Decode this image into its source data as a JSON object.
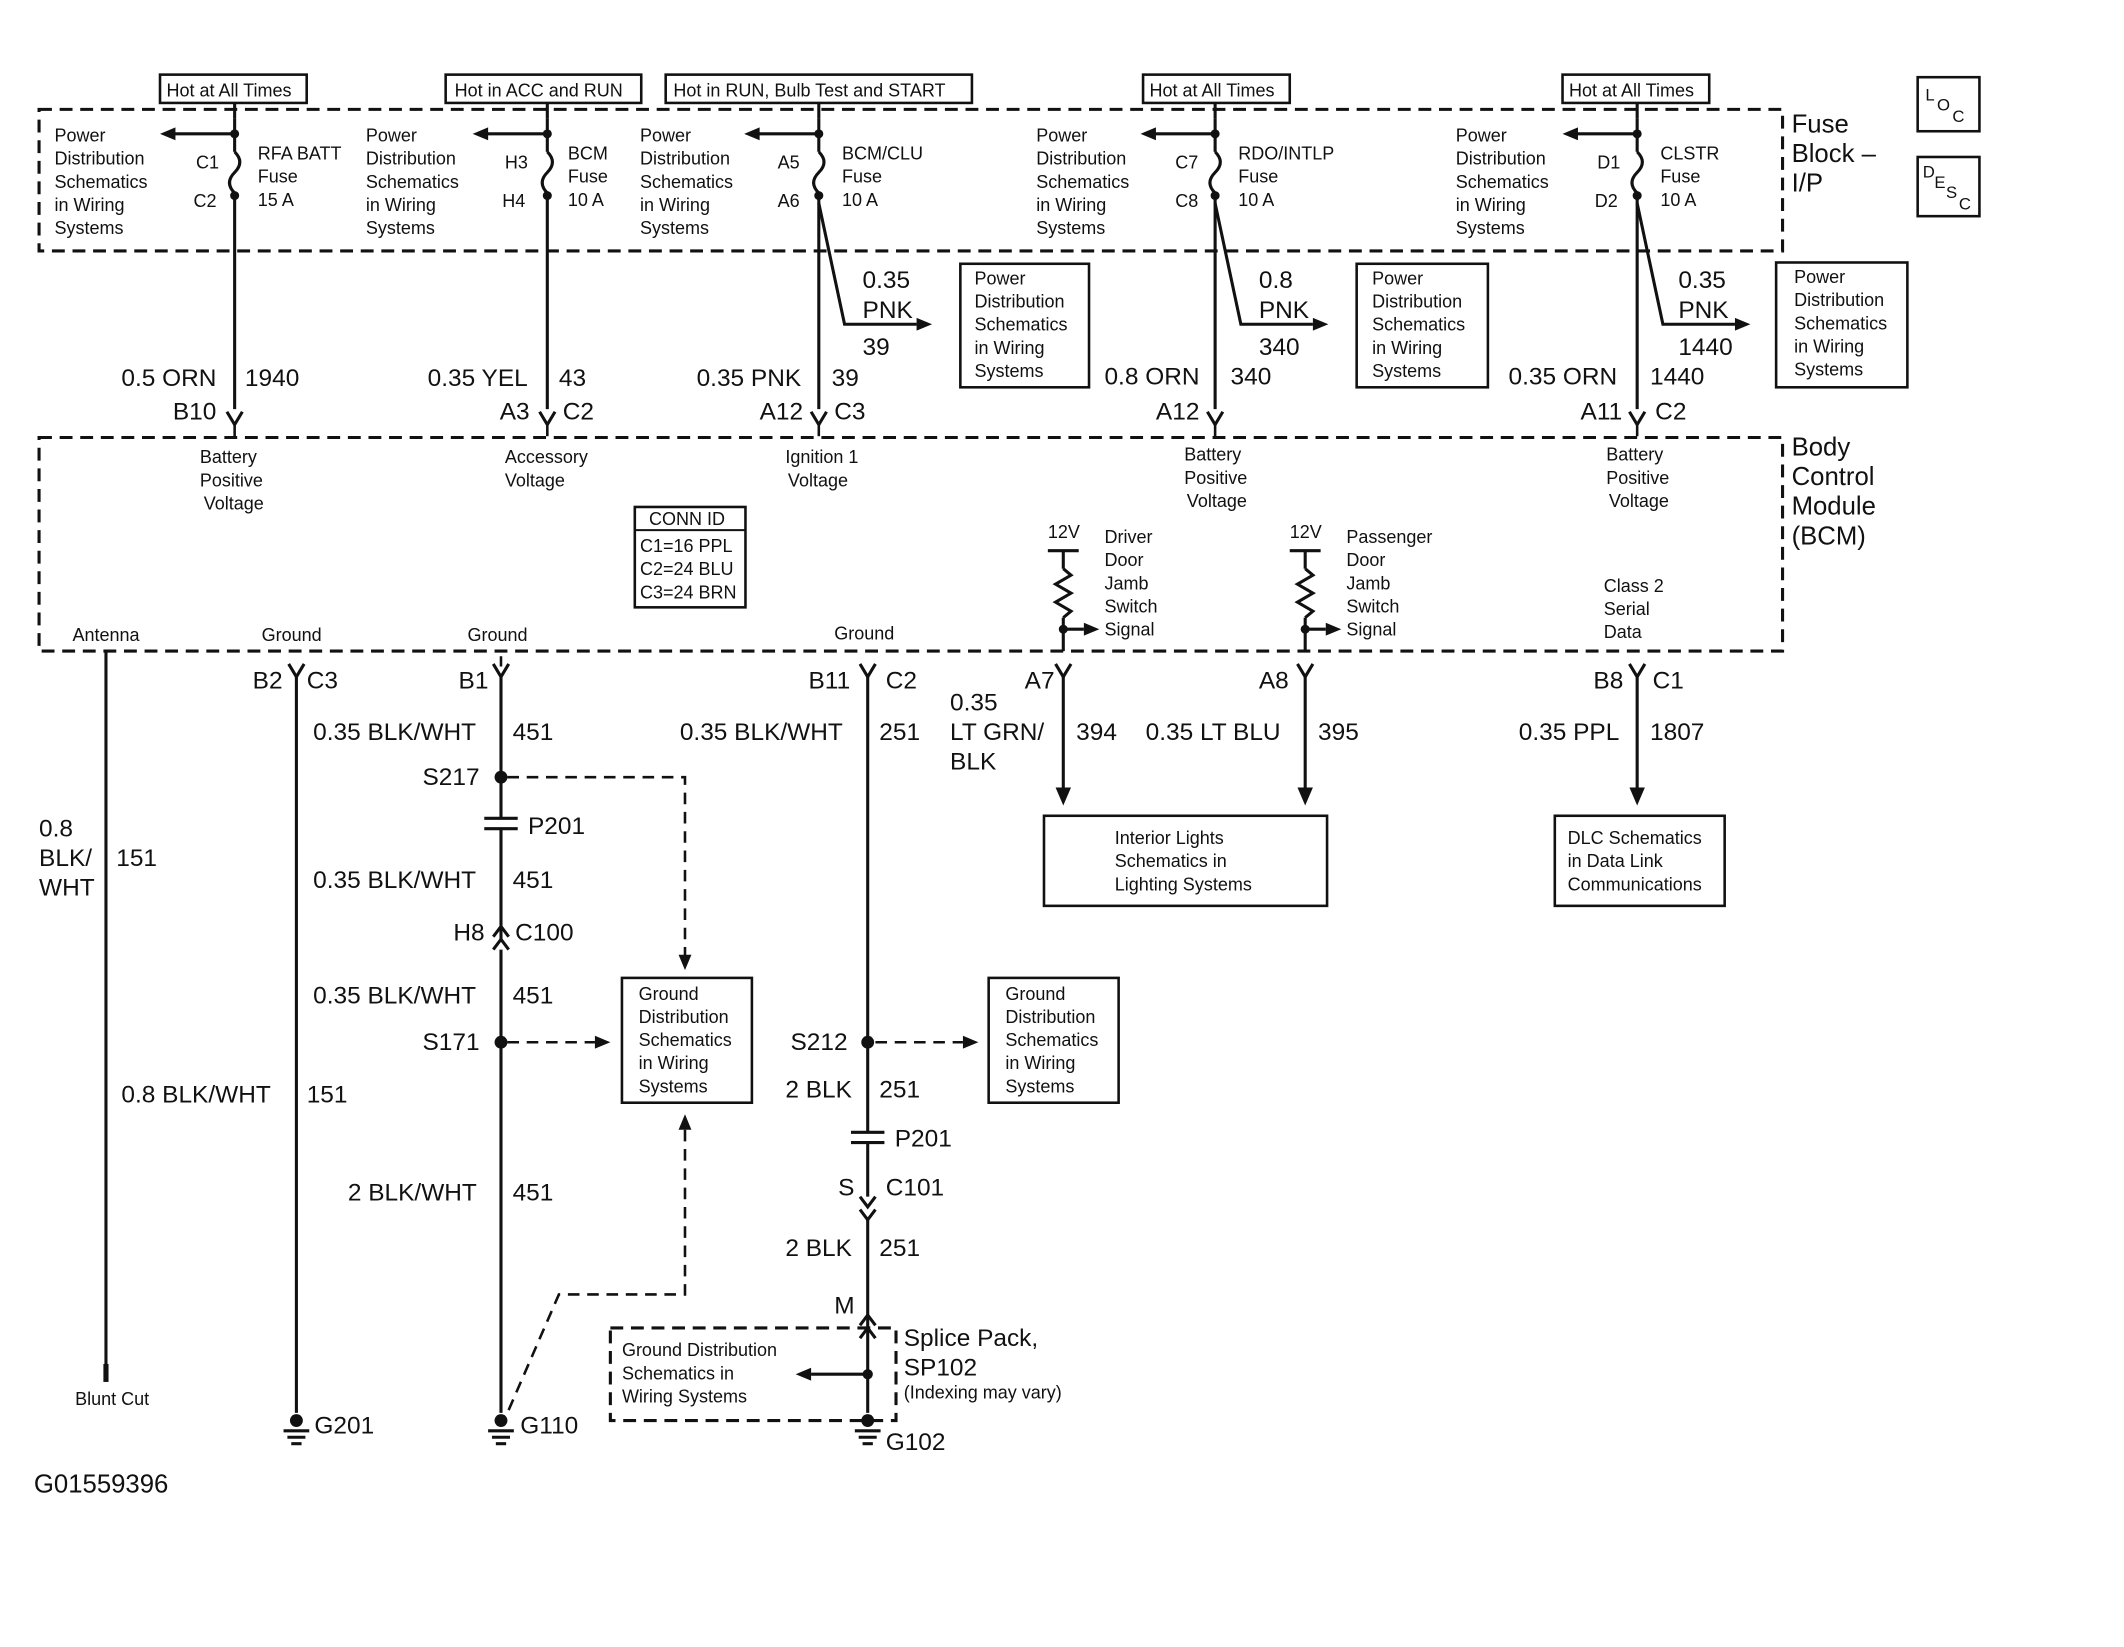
{
  "hot_labels": {
    "h1": "Hot at All Times",
    "h2": "Hot in ACC and RUN",
    "h3": "Hot in RUN, Bulb Test and START",
    "h4": "Hot at All Times",
    "h5": "Hot at All Times"
  },
  "fuse_block": {
    "title1": "Fuse",
    "title2": "Block –",
    "title3": "I/P"
  },
  "bcm": {
    "title1": "Body",
    "title2": "Control",
    "title3": "Module",
    "title4": "(BCM)"
  },
  "loc_icon": "LOC",
  "desc_icon": "DESC",
  "pd_lines": [
    "Power",
    "Distribution",
    "Schematics",
    "in Wiring",
    "Systems"
  ],
  "fuses": {
    "f1": {
      "name": "RFA BATT",
      "word": "Fuse",
      "amp": "15 A",
      "top": "C1",
      "bot": "C2"
    },
    "f2": {
      "name": "BCM",
      "word": "Fuse",
      "amp": "10 A",
      "top": "H3",
      "bot": "H4"
    },
    "f3": {
      "name": "BCM/CLU",
      "word": "Fuse",
      "amp": "10 A",
      "top": "A5",
      "bot": "A6"
    },
    "f4": {
      "name": "RDO/INTLP",
      "word": "Fuse",
      "amp": "10 A",
      "top": "C7",
      "bot": "C8"
    },
    "f5": {
      "name": "CLSTR",
      "word": "Fuse",
      "amp": "10 A",
      "top": "D1",
      "bot": "D2"
    }
  },
  "branches": {
    "b1": {
      "gauge": "0.35",
      "color": "PNK",
      "circuit": "39"
    },
    "b2": {
      "gauge": "0.8",
      "color": "PNK",
      "circuit": "340"
    },
    "b3": {
      "gauge": "0.35",
      "color": "PNK",
      "circuit": "1440"
    }
  },
  "upper_wires": {
    "w1": {
      "wire": "0.5 ORN",
      "circuit": "1940",
      "pin": "B10",
      "conn": ""
    },
    "w2": {
      "wire": "0.35 YEL",
      "circuit": "43",
      "pin": "A3",
      "conn": "C2"
    },
    "w3": {
      "wire": "0.35 PNK",
      "circuit": "39",
      "pin": "A12",
      "conn": "C3"
    },
    "w4": {
      "wire": "0.8 ORN",
      "circuit": "340",
      "pin": "A12",
      "conn": ""
    },
    "w5": {
      "wire": "0.35 ORN",
      "circuit": "1440",
      "pin": "A11",
      "conn": "C2"
    }
  },
  "bcm_inputs": {
    "i1": [
      "Battery",
      "Positive",
      "Voltage"
    ],
    "i2": [
      "Accessory",
      "Voltage"
    ],
    "i3": [
      "Ignition 1",
      "Voltage"
    ],
    "i4": [
      "Battery",
      "Positive",
      "Voltage"
    ],
    "i5": [
      "Battery",
      "Positive",
      "Voltage"
    ]
  },
  "conn_id": {
    "title": "CONN ID",
    "c1": "C1=16 PPL",
    "c2": "C2=24 BLU",
    "c3": "C3=24 BRN"
  },
  "switches": {
    "s1": {
      "v": "12V",
      "lines": [
        "Driver",
        "Door",
        "Jamb",
        "Switch",
        "Signal"
      ]
    },
    "s2": {
      "v": "12V",
      "lines": [
        "Passenger",
        "Door",
        "Jamb",
        "Switch",
        "Signal"
      ]
    }
  },
  "class2": [
    "Class 2",
    "Serial",
    "Data"
  ],
  "bcm_bottom": {
    "antenna": "Antenna",
    "g1": "Ground",
    "g2": "Ground",
    "g3": "Ground"
  },
  "lower_pins": {
    "p1": {
      "pin": "B2",
      "conn": "C3"
    },
    "p2": {
      "pin": "B1",
      "conn": ""
    },
    "p3": {
      "pin": "B11",
      "conn": "C2"
    },
    "p4": {
      "pin": "A7",
      "conn": ""
    },
    "p5": {
      "pin": "A8",
      "conn": ""
    },
    "p6": {
      "pin": "B8",
      "conn": "C1"
    }
  },
  "lower_wires": {
    "l1": {
      "wire": "0.35 BLK/WHT",
      "circuit": "451"
    },
    "l2": {
      "wire": "0.35 BLK/WHT",
      "circuit": "251"
    },
    "l3a": "0.35",
    "l3b": "LT GRN/",
    "l3c": "BLK",
    "l3circuit": "394",
    "l4": {
      "wire": "0.35 LT BLU",
      "circuit": "395"
    },
    "l5": {
      "wire": "0.35 PPL",
      "circuit": "1807"
    },
    "antenna_a": "0.8",
    "antenna_b": "BLK/",
    "antenna_c": "WHT",
    "antenna_circuit": "151",
    "g201_wire": "0.8 BLK/WHT",
    "g201_circuit": "151",
    "b1_2": {
      "wire": "0.35 BLK/WHT",
      "circuit": "451"
    },
    "b1_3": {
      "wire": "0.35 BLK/WHT",
      "circuit": "451"
    },
    "b1_4": {
      "wire": "2 BLK/WHT",
      "circuit": "451"
    },
    "b11_2": {
      "wire": "2 BLK",
      "circuit": "251"
    },
    "b11_3": {
      "wire": "2 BLK",
      "circuit": "251"
    }
  },
  "splices": {
    "s217": "S217",
    "p201a": "P201",
    "h8": "H8",
    "c100": "C100",
    "s171": "S171",
    "s212": "S212",
    "p201b": "P201",
    "s": "S",
    "c101": "C101",
    "m": "M"
  },
  "interior_box": [
    "Interior Lights",
    "Schematics in",
    "Lighting Systems"
  ],
  "dlc_box": [
    "DLC Schematics",
    "in Data Link",
    "Communications"
  ],
  "gd_lines": [
    "Ground",
    "Distribution",
    "Schematics",
    "in Wiring",
    "Systems"
  ],
  "splice_pack": {
    "title1": "Splice Pack,",
    "title2": "SP102",
    "note": "(Indexing may vary)"
  },
  "gd_pack": [
    "Ground Distribution",
    "Schematics in",
    "Wiring Systems"
  ],
  "blunt_cut": "Blunt Cut",
  "grounds": {
    "g201": "G201",
    "g110": "G110",
    "g102": "G102"
  },
  "figure_id": "G01559396"
}
